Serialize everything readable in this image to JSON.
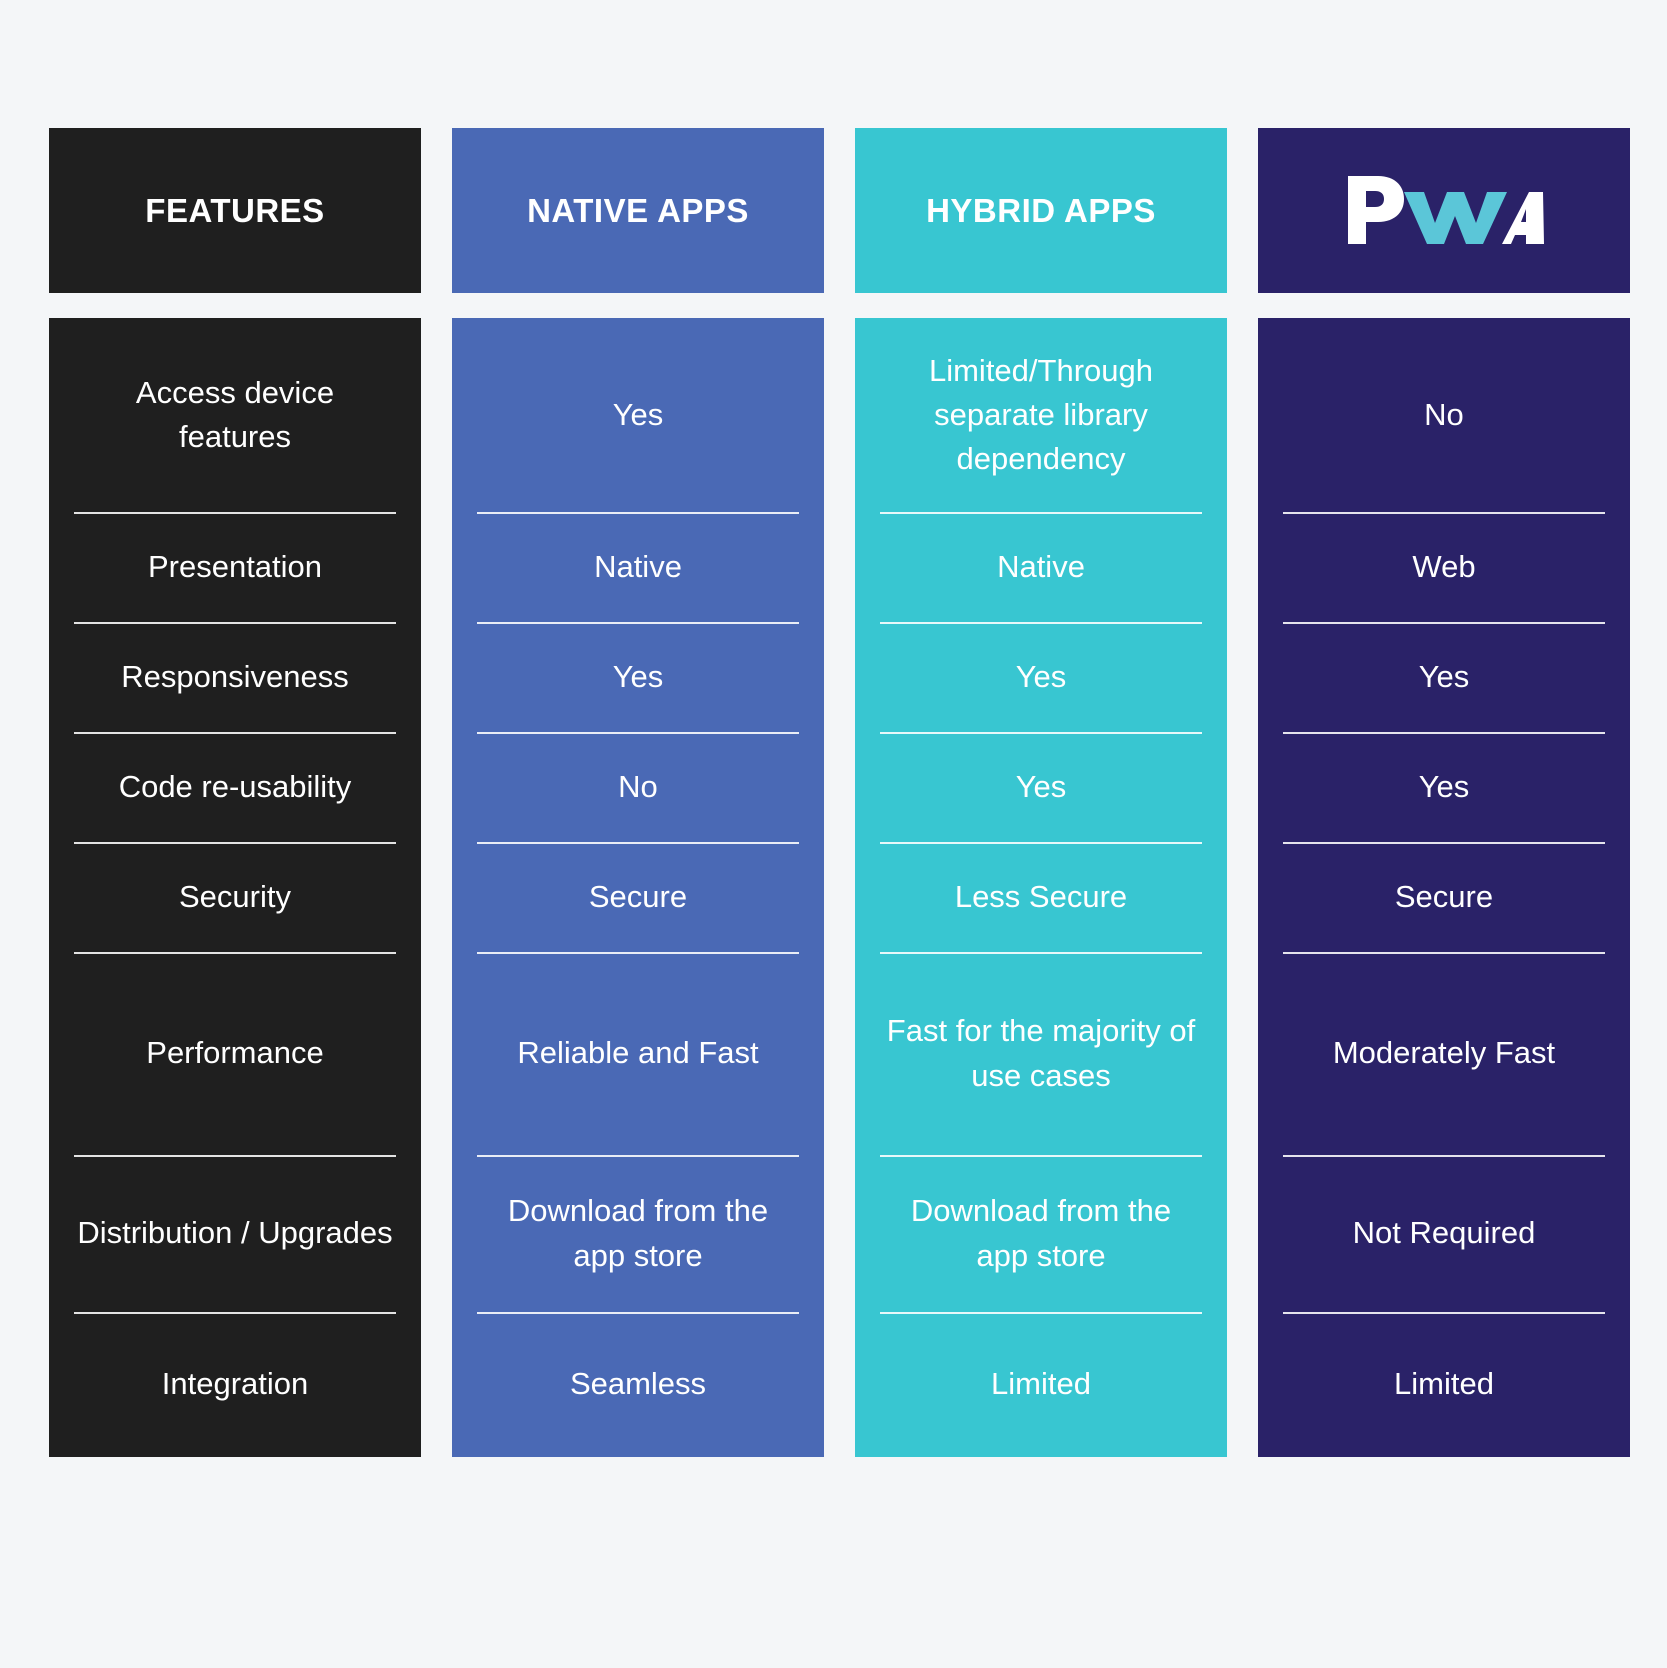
{
  "page": {
    "background_color": "#f4f6f8",
    "title": "Native Apps vs Hybrid Apps vs PWA comparison table"
  },
  "colors": {
    "features_column": "#1f1f1f",
    "native_column": "#4a69b5",
    "hybrid_column": "#38c6d1",
    "pwa_column": "#2a2268",
    "pwa_logo_accent": "#5bc6d8",
    "text": "#ffffff",
    "divider": "rgba(255,255,255,0.88)"
  },
  "columns": [
    {
      "key": "features",
      "header": "FEATURES",
      "type": "text"
    },
    {
      "key": "native",
      "header": "NATIVE APPS",
      "type": "text"
    },
    {
      "key": "hybrid",
      "header": "HYBRID APPS",
      "type": "text"
    },
    {
      "key": "pwa",
      "header": "PWA",
      "type": "logo",
      "logo_name": "pwa-logo"
    }
  ],
  "chart_data": {
    "type": "table",
    "title": "Native Apps vs Hybrid Apps vs PWA",
    "columns": [
      "FEATURES",
      "NATIVE APPS",
      "HYBRID APPS",
      "PWA"
    ],
    "rows": [
      [
        "Access device features",
        "Yes",
        "Limited/Through separate library dependency",
        "No"
      ],
      [
        "Presentation",
        "Native",
        "Native",
        "Web"
      ],
      [
        "Responsiveness",
        "Yes",
        "Yes",
        "Yes"
      ],
      [
        "Code re-usability",
        "No",
        "Yes",
        "Yes"
      ],
      [
        "Security",
        "Secure",
        "Less Secure",
        "Secure"
      ],
      [
        "Performance",
        "Reliable and Fast",
        "Fast for the majority of use cases",
        "Moderately Fast"
      ],
      [
        "Distribution / Upgrades",
        "Download from the app store",
        "Download from the app store",
        "Not Required"
      ],
      [
        "Integration",
        "Seamless",
        "Limited",
        "Limited"
      ]
    ]
  },
  "rows": [
    {
      "feature": "Access device features",
      "native": "Yes",
      "hybrid": "Limited/Through separate library dependency",
      "pwa": "No"
    },
    {
      "feature": "Presentation",
      "native": "Native",
      "hybrid": "Native",
      "pwa": "Web"
    },
    {
      "feature": "Responsiveness",
      "native": "Yes",
      "hybrid": "Yes",
      "pwa": "Yes"
    },
    {
      "feature": "Code re-usability",
      "native": "No",
      "hybrid": "Yes",
      "pwa": "Yes"
    },
    {
      "feature": "Security",
      "native": "Secure",
      "hybrid": "Less Secure",
      "pwa": "Secure"
    },
    {
      "feature": "Performance",
      "native": "Reliable and Fast",
      "hybrid": "Fast for the majority of use cases",
      "pwa": "Moderately Fast"
    },
    {
      "feature": "Distribution / Upgrades",
      "native": "Download from the app store",
      "hybrid": "Download from the app store",
      "pwa": "Not Required"
    },
    {
      "feature": "Integration",
      "native": "Seamless",
      "hybrid": "Limited",
      "pwa": "Limited"
    }
  ]
}
